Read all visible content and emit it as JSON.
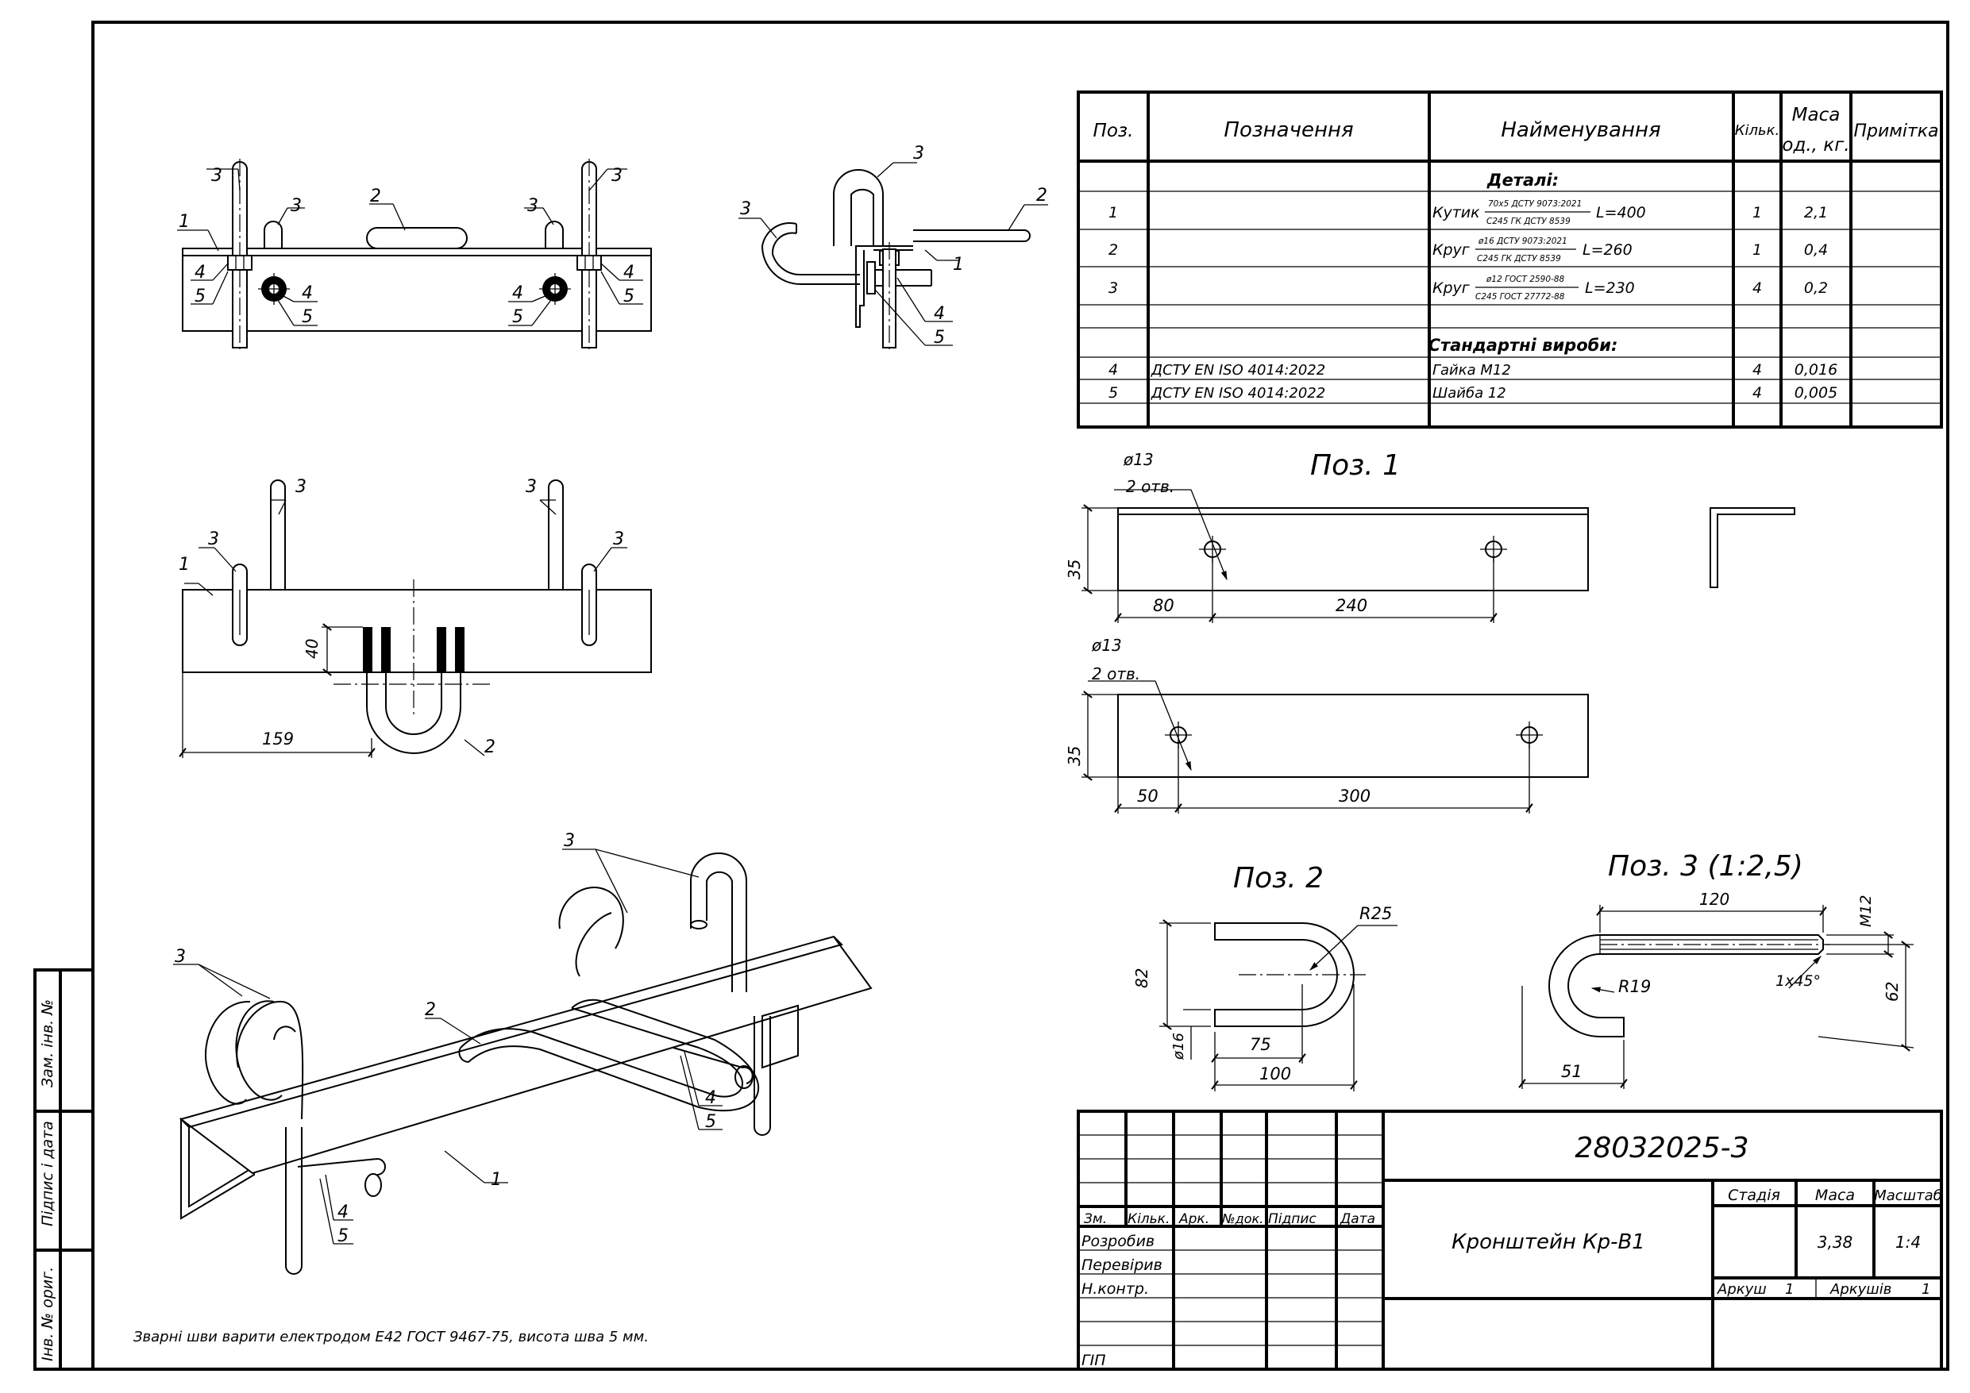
{
  "spec": {
    "headers": {
      "pos": "Поз.",
      "designation": "Позначення",
      "name": "Найменування",
      "qty": "Кільк.",
      "mass": "Маса",
      "mass2": "од., кг.",
      "note": "Примітка"
    },
    "section_parts": "Деталі:",
    "section_std": "Стандартні вироби:",
    "rows": [
      {
        "pos": "1",
        "designation": "",
        "name": "Кутик",
        "frac_top": "70х5 ДСТУ 9073:2021",
        "frac_bottom": "С245 ГК ДСТУ 8539",
        "length": "L=400",
        "qty": "1",
        "mass": "2,1",
        "note": ""
      },
      {
        "pos": "2",
        "designation": "",
        "name": "Круг",
        "frac_top": "ø16 ДСТУ 9073:2021",
        "frac_bottom": "С245 ГК ДСТУ 8539",
        "length": "L=260",
        "qty": "1",
        "mass": "0,4",
        "note": ""
      },
      {
        "pos": "3",
        "designation": "",
        "name": "Круг",
        "frac_top": "ø12 ГОСТ 2590-88",
        "frac_bottom": "С245 ГОСТ 27772-88",
        "length": "L=230",
        "qty": "4",
        "mass": "0,2",
        "note": ""
      }
    ],
    "std_rows": [
      {
        "pos": "4",
        "designation": "ДСТУ EN ISO 4014:2022",
        "name": "Гайка М12",
        "qty": "4",
        "mass": "0,016",
        "note": ""
      },
      {
        "pos": "5",
        "designation": "ДСТУ EN ISO 4014:2022",
        "name": "Шайба 12",
        "qty": "4",
        "mass": "0,005",
        "note": ""
      }
    ]
  },
  "details": {
    "poz1_title": "Поз. 1",
    "poz2_title": "Поз. 2",
    "poz3_title": "Поз. 3 (1:2,5)",
    "hole_dia": "ø13",
    "holes_count": "2 отв.",
    "d35": "35",
    "d80": "80",
    "d240": "240",
    "d50": "50",
    "d300": "300",
    "r25": "R25",
    "d82": "82",
    "d16": "ø16",
    "d75": "75",
    "d100": "100",
    "d120": "120",
    "m12": "М12",
    "chamfer": "1х45°",
    "r19": "R19",
    "d62": "62",
    "d51": "51"
  },
  "views": {
    "d40": "40",
    "d159": "159",
    "labels": {
      "l1": "1",
      "l2": "2",
      "l3": "3",
      "l4": "4",
      "l5": "5"
    }
  },
  "note": "Зварні шви варити електродом Е42 ГОСТ 9467-75, висота шва 5 мм.",
  "side_stamp": {
    "c1": "Інв. № ориг.",
    "c2": "Підпис і дата",
    "c3": "Зам. інв. №"
  },
  "title_block": {
    "doc_code": "28032025-3",
    "title": "Кронштейн Кр-В1",
    "col_zm": "Зм.",
    "col_kilk": "Кільк.",
    "col_ark": "Арк.",
    "col_ndok": "№док.",
    "col_pidpys": "Підпис",
    "col_data": "Дата",
    "r_rozrobyv": "Розробив",
    "r_pereviryv": "Перевірив",
    "r_nkontr": "Н.контр.",
    "r_gip": "ГІП",
    "stadiya_label": "Стадія",
    "masa_label": "Маса",
    "masshtab_label": "Масштаб",
    "masa_value": "3,38",
    "masshtab_value": "1:4",
    "arkush_label": "Аркуш",
    "arkush_value": "1",
    "arkushiv_label": "Аркушів",
    "arkushiv_value": "1"
  }
}
